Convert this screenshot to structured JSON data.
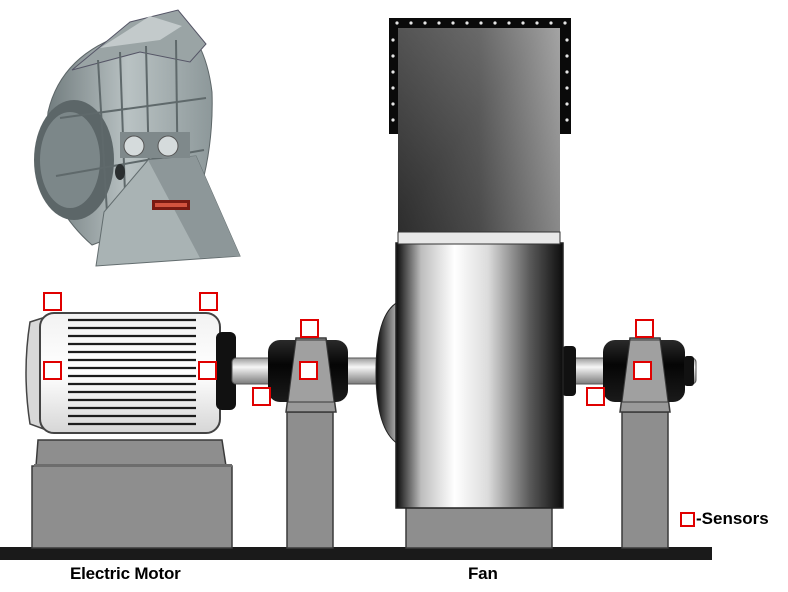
{
  "labels": {
    "motor": "Electric Motor",
    "fan": "Fan"
  },
  "legend": {
    "text": "-Sensors",
    "color": "#e00000"
  },
  "colors": {
    "sensor": "#e00000",
    "base": "#8f8f8f",
    "ground": "#1a1a1a",
    "bearing": "#111111",
    "shaft": "#cfcfcf"
  },
  "icons": {
    "photo": "centrifugal-fan-photo",
    "sensor": "sensor-square-icon"
  }
}
